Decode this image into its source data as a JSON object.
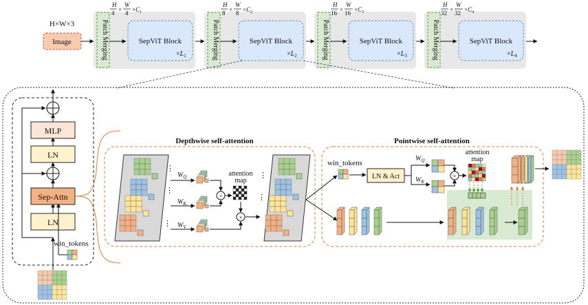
{
  "top": {
    "input_dim": "H×W×3",
    "image_label": "Image",
    "patch_merging_label": "Patch Merging",
    "block_label": "SepViT Block",
    "stages": [
      {
        "frac_h_num": "H",
        "frac_h_den": "4",
        "frac_w_num": "W",
        "frac_w_den": "4",
        "channels": "C1",
        "repeat": "L1"
      },
      {
        "frac_h_num": "H",
        "frac_h_den": "8",
        "frac_w_num": "W",
        "frac_w_den": "8",
        "channels": "C2",
        "repeat": "L2"
      },
      {
        "frac_h_num": "H",
        "frac_h_den": "16",
        "frac_w_num": "W",
        "frac_w_den": "16",
        "channels": "C3",
        "repeat": "L3"
      },
      {
        "frac_h_num": "H",
        "frac_h_den": "32",
        "frac_w_num": "W",
        "frac_w_den": "32",
        "channels": "C4",
        "repeat": "L4"
      }
    ],
    "times": "×"
  },
  "block": {
    "mlp": "MLP",
    "ln_top": "LN",
    "sep_attn": "Sep-Attn",
    "ln_bottom": "LN",
    "win_tokens": "win_tokens"
  },
  "depthwise": {
    "title": "Depthwise self-attention",
    "wq": "W",
    "wq_sub": "Q",
    "wk": "W",
    "wk_sub": "K",
    "wv": "W",
    "wv_sub": "V",
    "attention_map": "attention map",
    "attention_word": "attention",
    "map_word": "map"
  },
  "pointwise": {
    "title": "Pointwise self-attention",
    "win_tokens": "win_tokens",
    "ln_act": "LN & Act",
    "wq": "W",
    "wq_sub": "Q",
    "wk": "W",
    "wk_sub": "K",
    "attention_word": "attention",
    "map_word": "map"
  },
  "colors": {
    "green": "#a9d18e",
    "blue": "#9dc3e6",
    "yellow": "#ffe699",
    "orange": "#f4b183",
    "image_box": "#f8cbad",
    "block_box": "#dae8fc",
    "sep_attn": "#f4b183",
    "ln_mlp": "#fff2cc",
    "dashed_orange": "#e07b39",
    "gray_panel": "#e8e8e8",
    "green_panel": "#d9ead3"
  }
}
